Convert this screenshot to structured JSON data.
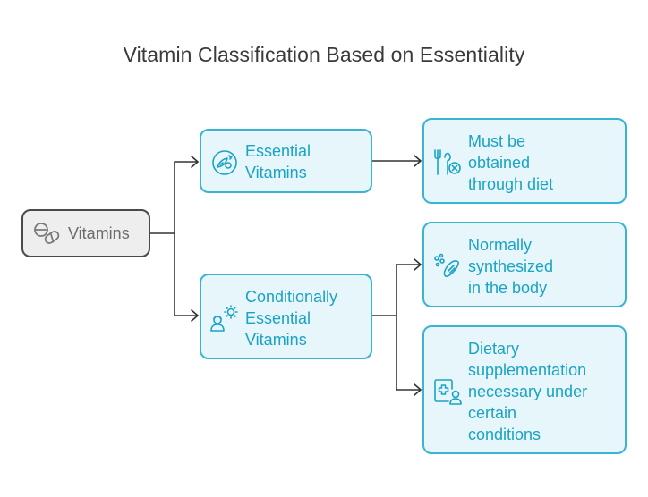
{
  "title": "Vitamin Classification Based on Essentiality",
  "colors": {
    "accent": "#1aa3c6",
    "accent_border": "#3ab4d3",
    "accent_fill": "#e6f6fb",
    "root_border": "#4a4a4a",
    "root_fill": "#eeeeee",
    "root_text": "#6c6c6c",
    "connector": "#333333"
  },
  "nodes": {
    "root": {
      "lines": [
        "Vitamins"
      ],
      "icon": "pill-icon"
    },
    "essential": {
      "lines": [
        "Essential",
        "Vitamins"
      ],
      "icon": "vegetables-icon"
    },
    "conditional": {
      "lines": [
        "Conditionally",
        "Essential",
        "Vitamins"
      ],
      "icon": "person-sun-icon"
    },
    "diet": {
      "lines": [
        "Must be",
        "obtained",
        "through diet"
      ],
      "icon": "fork-no-icon"
    },
    "synth": {
      "lines": [
        "Normally",
        "synthesized",
        "in the body"
      ],
      "icon": "enzyme-icon"
    },
    "supp": {
      "lines": [
        "Dietary",
        "supplementation",
        "necessary under",
        "certain",
        "conditions"
      ],
      "icon": "medical-user-icon"
    }
  }
}
